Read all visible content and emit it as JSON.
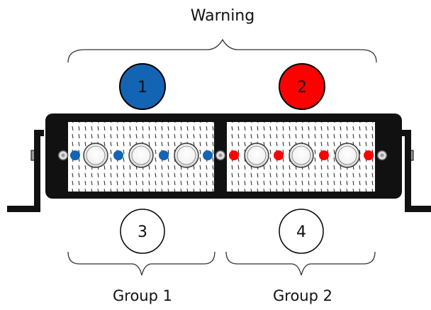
{
  "header": {
    "title": "Warning"
  },
  "zones": [
    {
      "number": "1",
      "color": "#1464b4"
    },
    {
      "number": "2",
      "color": "#ff0000"
    },
    {
      "number": "3",
      "color": "#ffffff"
    },
    {
      "number": "4",
      "color": "#ffffff"
    }
  ],
  "groups": [
    {
      "label": "Group 1"
    },
    {
      "label": "Group 2"
    }
  ],
  "colors": {
    "blue_led": "#1464b4",
    "red_led": "#ff0000",
    "housing": "#111111",
    "outline": "#000000"
  },
  "icons": {
    "lens": "led-lens-icon",
    "blue_led": "blue-led-icon",
    "red_led": "red-led-icon",
    "screw": "screw-icon",
    "bracket": "mounting-bracket-icon"
  }
}
